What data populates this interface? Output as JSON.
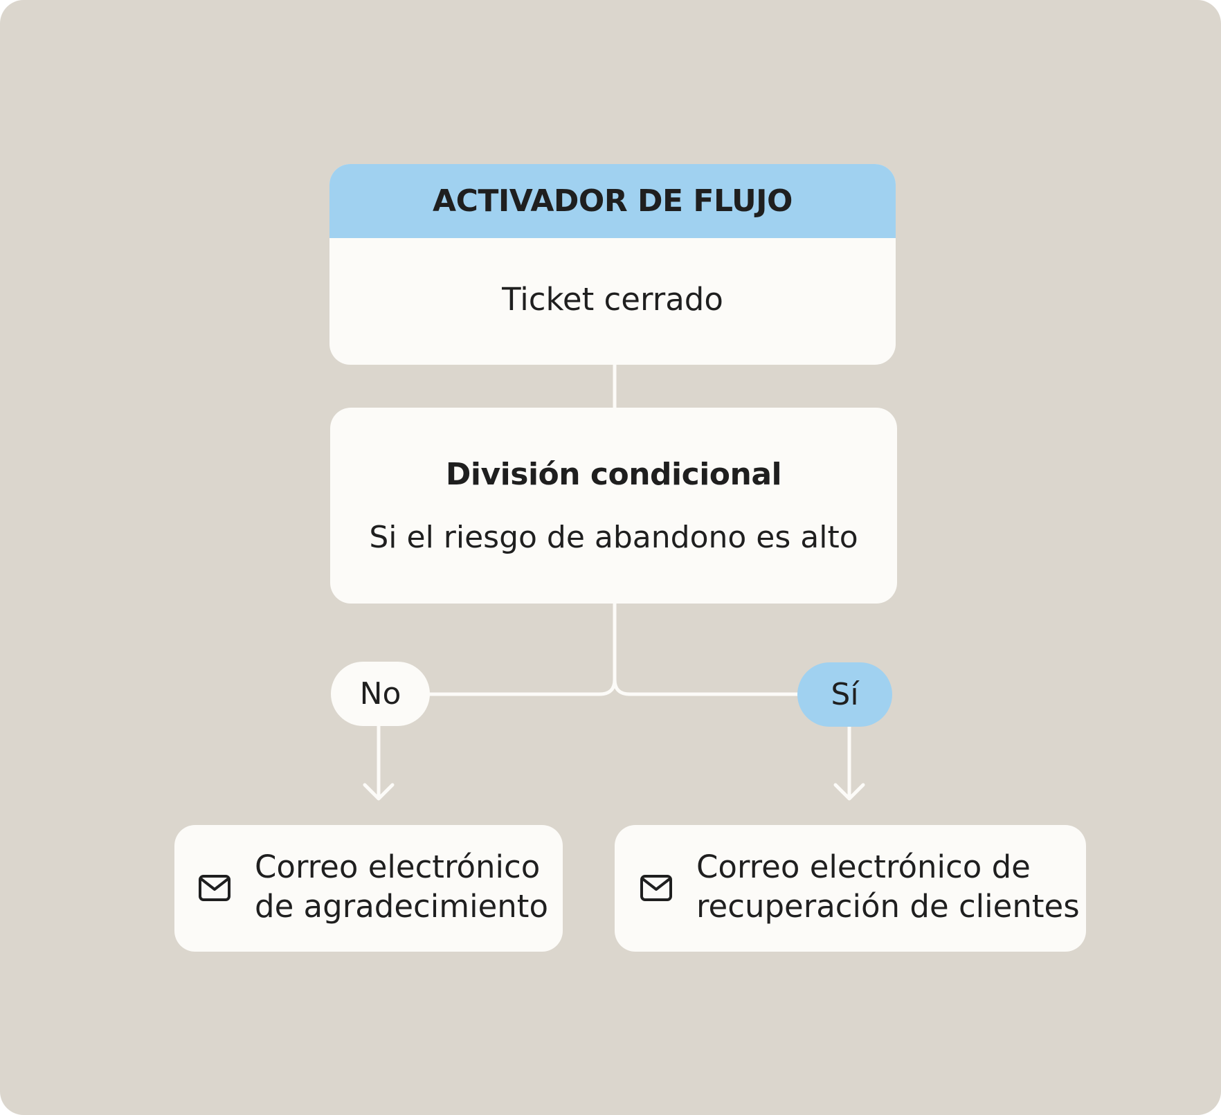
{
  "colors": {
    "background": "#dbd6cd",
    "card": "#fcfbf8",
    "accent": "#a0d1f0",
    "connector": "#fcfbf8",
    "text": "#1f1f1f"
  },
  "trigger": {
    "header": "ACTIVADOR DE FLUJO",
    "event": "Ticket cerrado"
  },
  "split": {
    "title": "División condicional",
    "condition": "Si el riesgo de abandono es alto"
  },
  "branches": {
    "no": {
      "label": "No",
      "action": {
        "icon": "mail-icon",
        "line1": "Correo electrónico",
        "line2": "de agradecimiento"
      }
    },
    "yes": {
      "label": "Sí",
      "action": {
        "icon": "mail-icon",
        "line1": "Correo electrónico de",
        "line2": "recuperación de clientes"
      }
    }
  }
}
